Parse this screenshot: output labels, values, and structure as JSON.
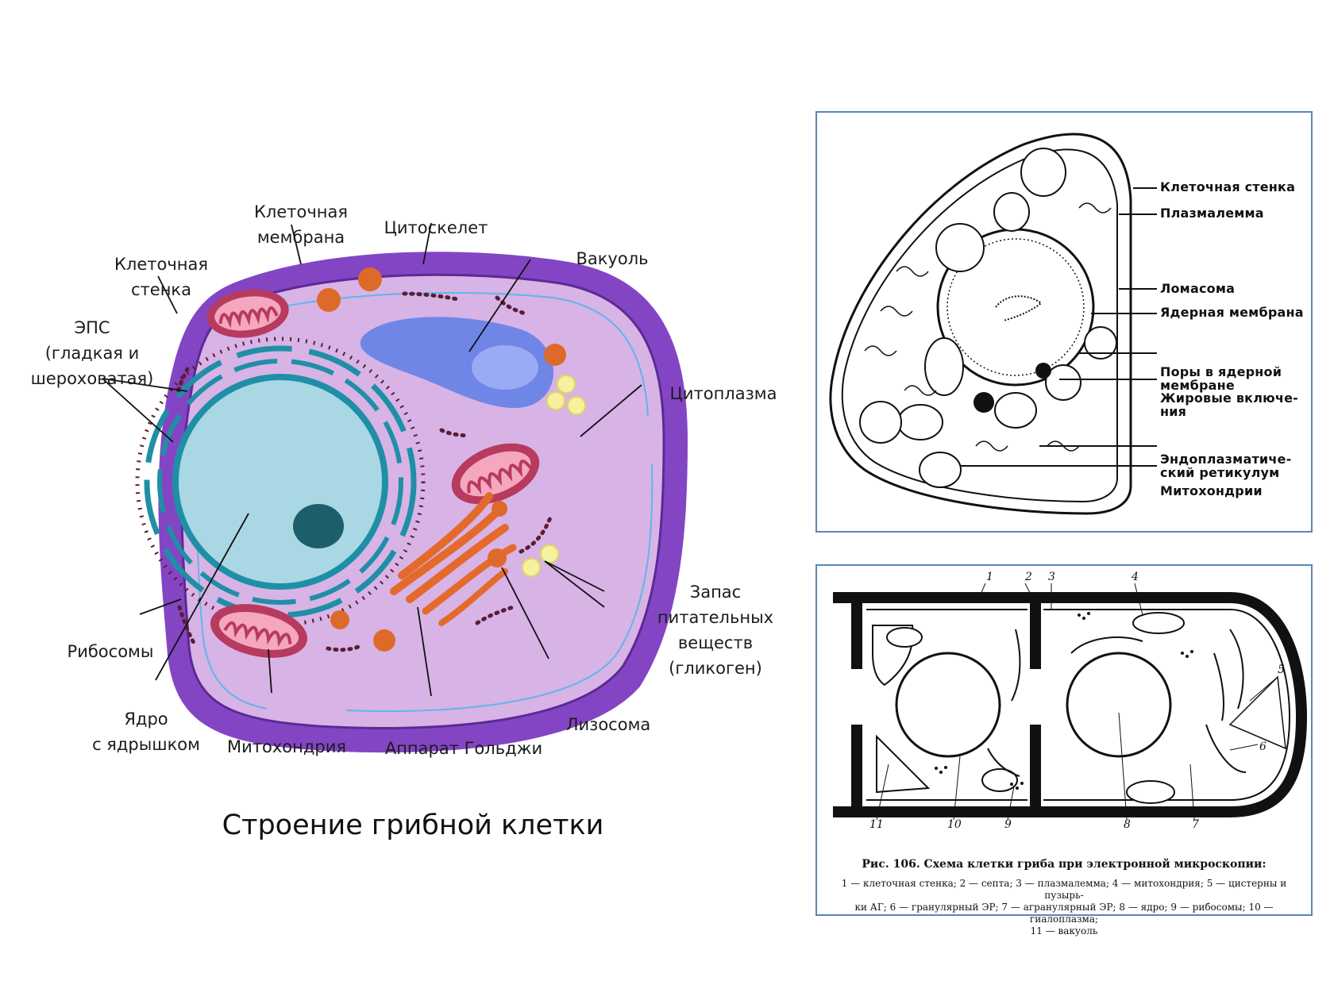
{
  "main_diagram": {
    "caption": "Строение грибной клетки",
    "labels": {
      "cell_membrane": "Клеточная\nмембрана",
      "cytoskeleton": "Цитоскелет",
      "cell_wall": "Клеточная\nстенка",
      "vacuole": "Вакуоль",
      "er": "ЭПС\n(гладкая и\nшероховатая)",
      "cytoplasm": "Цитоплазма",
      "nutrient_reserve": "Запас\nпитательных\nвеществ\n(гликоген)",
      "ribosomes": "Рибосомы",
      "nucleus": "Ядро\nс ядрышком",
      "mitochondrion": "Митохондрия",
      "golgi": "Аппарат Гольджи",
      "lysosome": "Лизосома"
    },
    "colors": {
      "cell_wall": "#8445c4",
      "cytoplasm": "#d8b3e6",
      "nucleus": "#a9d7e3",
      "er": "#1f8fa6",
      "nucleolus": "#1c5f6b",
      "vacuole": "#6f86e6",
      "mitochondria": "#b73a5f",
      "golgi": "#e46a2c",
      "lysosome": "#de6a2a",
      "glycogen": "#f6f1a0",
      "ribosome": "#5a1d33"
    }
  },
  "figure_top": {
    "labels": {
      "cell_wall": "Клеточная стенка",
      "plasmalemma": "Плазмалемма",
      "lomasome": "Ломасома",
      "nuclear_membrane": "Ядерная мембрана",
      "nuclear_pores": "Поры в ядерной\nмембране",
      "lipid_inclusions": "Жировые включе-\nния",
      "er": "Эндоплазматиче-\nский ретикулум",
      "mitochondria": "Митохондрии"
    }
  },
  "figure_bottom": {
    "numbers": [
      "1",
      "2",
      "3",
      "4",
      "5",
      "6",
      "7",
      "8",
      "9",
      "10",
      "11"
    ],
    "title": "Рис. 106. Схема клетки гриба при электронной микроскопии:",
    "legend": "1 — клеточная стенка; 2 — септа; 3 — плазмалемма; 4 — митохондрия; 5 — цистерны и пузырь-\nки АГ; 6 — гранулярный ЭР; 7 — агранулярный ЭР; 8 — ядро; 9 — рибосомы; 10 — гиалоплазма;\n11 — вакуоль"
  }
}
